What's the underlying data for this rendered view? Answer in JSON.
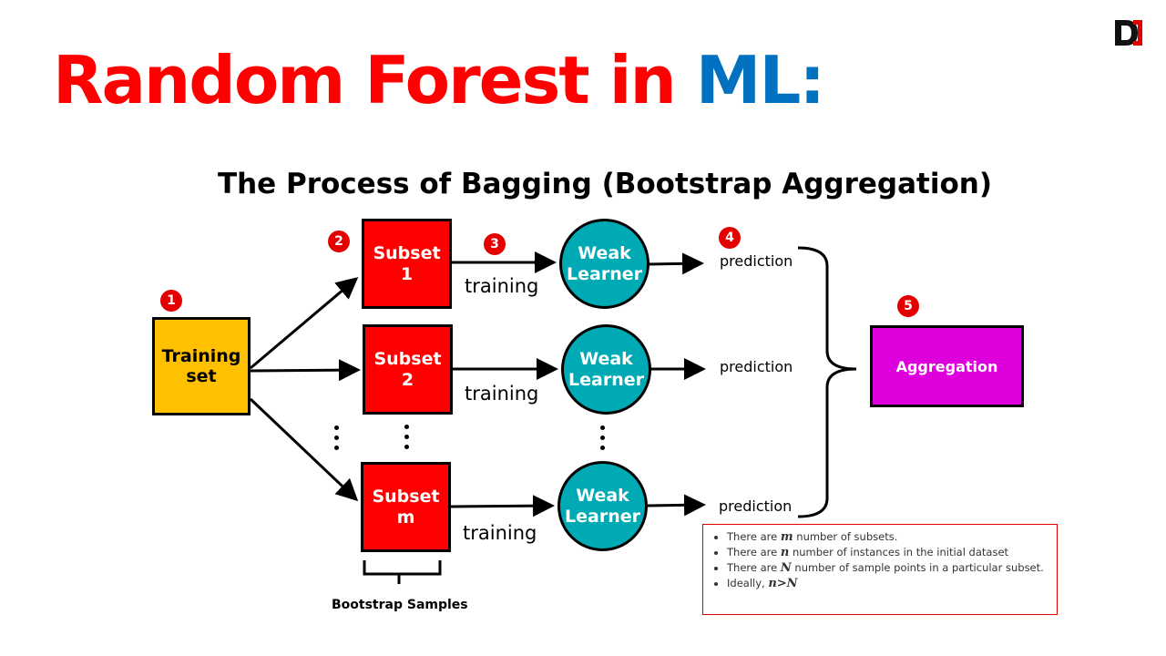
{
  "title": {
    "part1": "Random Forest in ",
    "part2": "ML:"
  },
  "subtitle": "The Process of Bagging (Bootstrap Aggregation)",
  "steps": [
    "1",
    "2",
    "3",
    "4",
    "5"
  ],
  "training_set": {
    "line1": "Training",
    "line2": "set"
  },
  "subsets": [
    {
      "line1": "Subset",
      "line2": "1"
    },
    {
      "line1": "Subset",
      "line2": "2"
    },
    {
      "line1": "Subset",
      "line2": "m"
    }
  ],
  "learner": {
    "line1": "Weak",
    "line2": "Learner"
  },
  "training_label": "training",
  "prediction_label": "prediction",
  "aggregation": "Aggregation",
  "bootstrap_label": "Bootstrap Samples",
  "notes": [
    {
      "pre": "There are ",
      "var": "m",
      "post": " number of subsets."
    },
    {
      "pre": "There are ",
      "var": "n",
      "post": " number of instances in the initial dataset"
    },
    {
      "pre": "There are ",
      "var": "N",
      "post": " number of sample points in a particular subset."
    },
    {
      "pre": "Ideally, ",
      "var": "n>N",
      "post": ""
    }
  ],
  "colors": {
    "title_red": "#ff0000",
    "title_blue": "#0070c0",
    "training_set": "#ffc000",
    "subset": "#ff0000",
    "learner": "#00aab4",
    "aggregation": "#dd00dd",
    "badge": "#e50000"
  },
  "logo_icon": "brand-logo-icon"
}
